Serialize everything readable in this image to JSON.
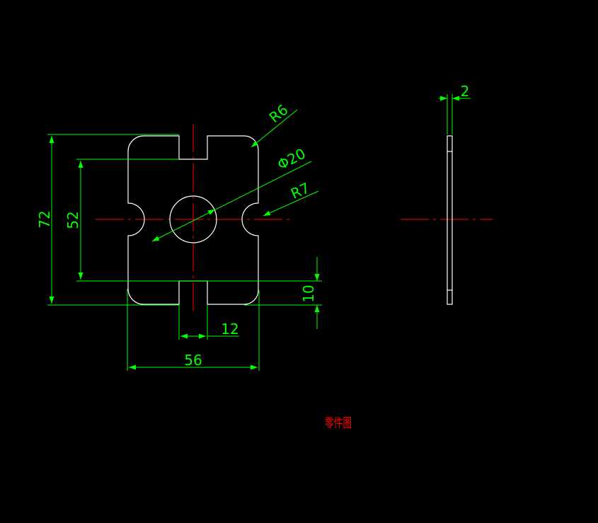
{
  "colors": {
    "background": "#000000",
    "outline": "#ffffff",
    "dimension": "#00ff00",
    "centerline": "#ff0000",
    "title": "#ff0000"
  },
  "dimensions": {
    "overall_height": "72",
    "inner_height": "52",
    "overall_width": "56",
    "slot_width": "12",
    "slot_depth": "10",
    "corner_radius": "R6",
    "hole_diameter": "Φ20",
    "side_notch_radius": "R7",
    "thickness": "2"
  },
  "title": "零件图"
}
